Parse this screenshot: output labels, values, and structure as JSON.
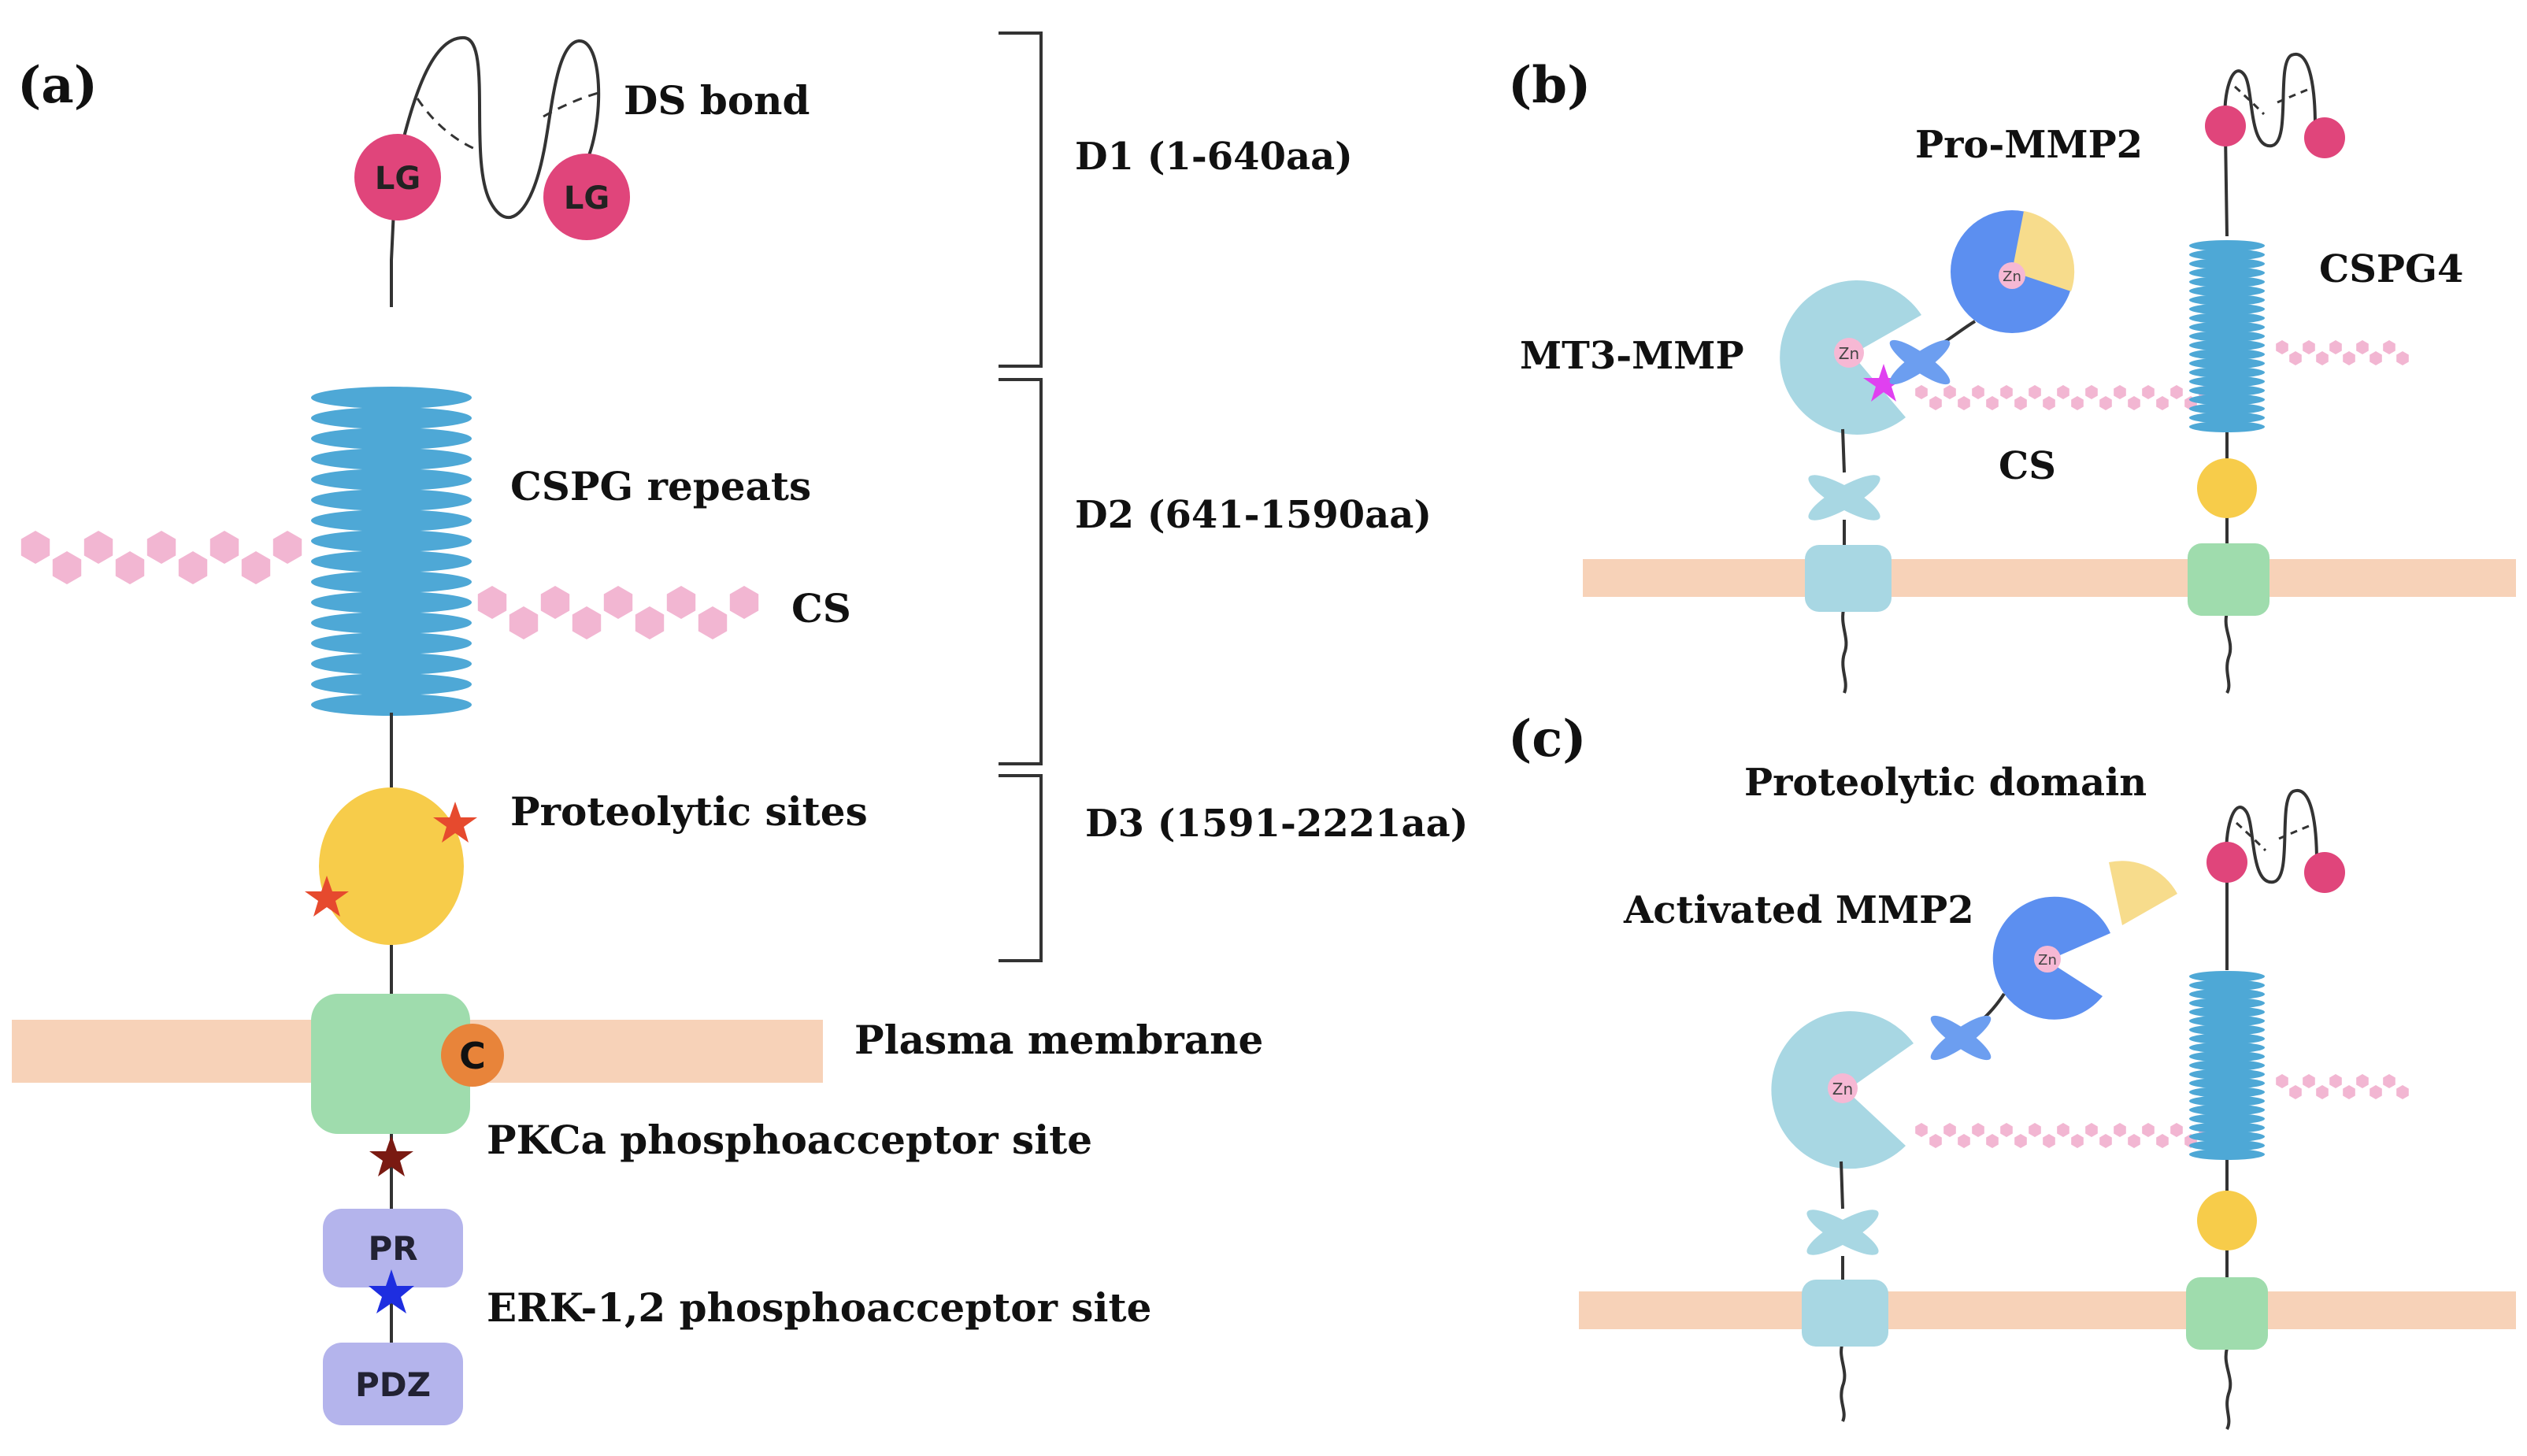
{
  "panels": {
    "a": {
      "label": "(a)",
      "ds_bond": "DS bond",
      "lg_left": "LG",
      "lg_right": "LG",
      "cspg_repeats": "CSPG repeats",
      "cs": "CS",
      "proteolytic_sites": "Proteolytic sites",
      "plasma_membrane": "Plasma membrane",
      "c_site": "C",
      "pkca_site": "PKCa phosphoacceptor site",
      "pr": "PR",
      "erk_site": "ERK-1,2 phosphoacceptor site",
      "pdz": "PDZ",
      "domains": [
        {
          "label": "D1 (1-640aa)"
        },
        {
          "label": "D2 (641-1590aa)"
        },
        {
          "label": "D3 (1591-2221aa)"
        }
      ]
    },
    "b": {
      "label": "(b)",
      "pro_mmp2": "Pro-MMP2",
      "cspg4": "CSPG4",
      "mt3_mmp": "MT3-MMP",
      "cs": "CS",
      "zn_mt3": "Zn",
      "zn_pro": "Zn"
    },
    "c": {
      "label": "(c)",
      "proteolytic_domain": "Proteolytic domain",
      "activated_mmp2": "Activated MMP2",
      "zn_mt3": "Zn",
      "zn_act": "Zn"
    }
  },
  "colors": {
    "lg": "#e0457b",
    "cspg_repeat": "#4ea8d6",
    "cs_hexagon": "#f2b6d2",
    "proteolytic": "#f7cc4a",
    "star_red": "#e64a2e",
    "membrane": "#f7d2b8",
    "tm_domain": "#9fdcad",
    "c_site": "#e8843a",
    "star_dark": "#7a1a12",
    "pr_pdz": "#b4b4ec",
    "star_blue": "#1e2ee0",
    "mt3_mmp": "#a8d7e3",
    "mmp2": "#5c8ff0",
    "prodomain": "#f7dc8c",
    "zn": "#f6b8d4",
    "star_magenta": "#e040f0",
    "hemopexin": "#6c9ef0"
  }
}
